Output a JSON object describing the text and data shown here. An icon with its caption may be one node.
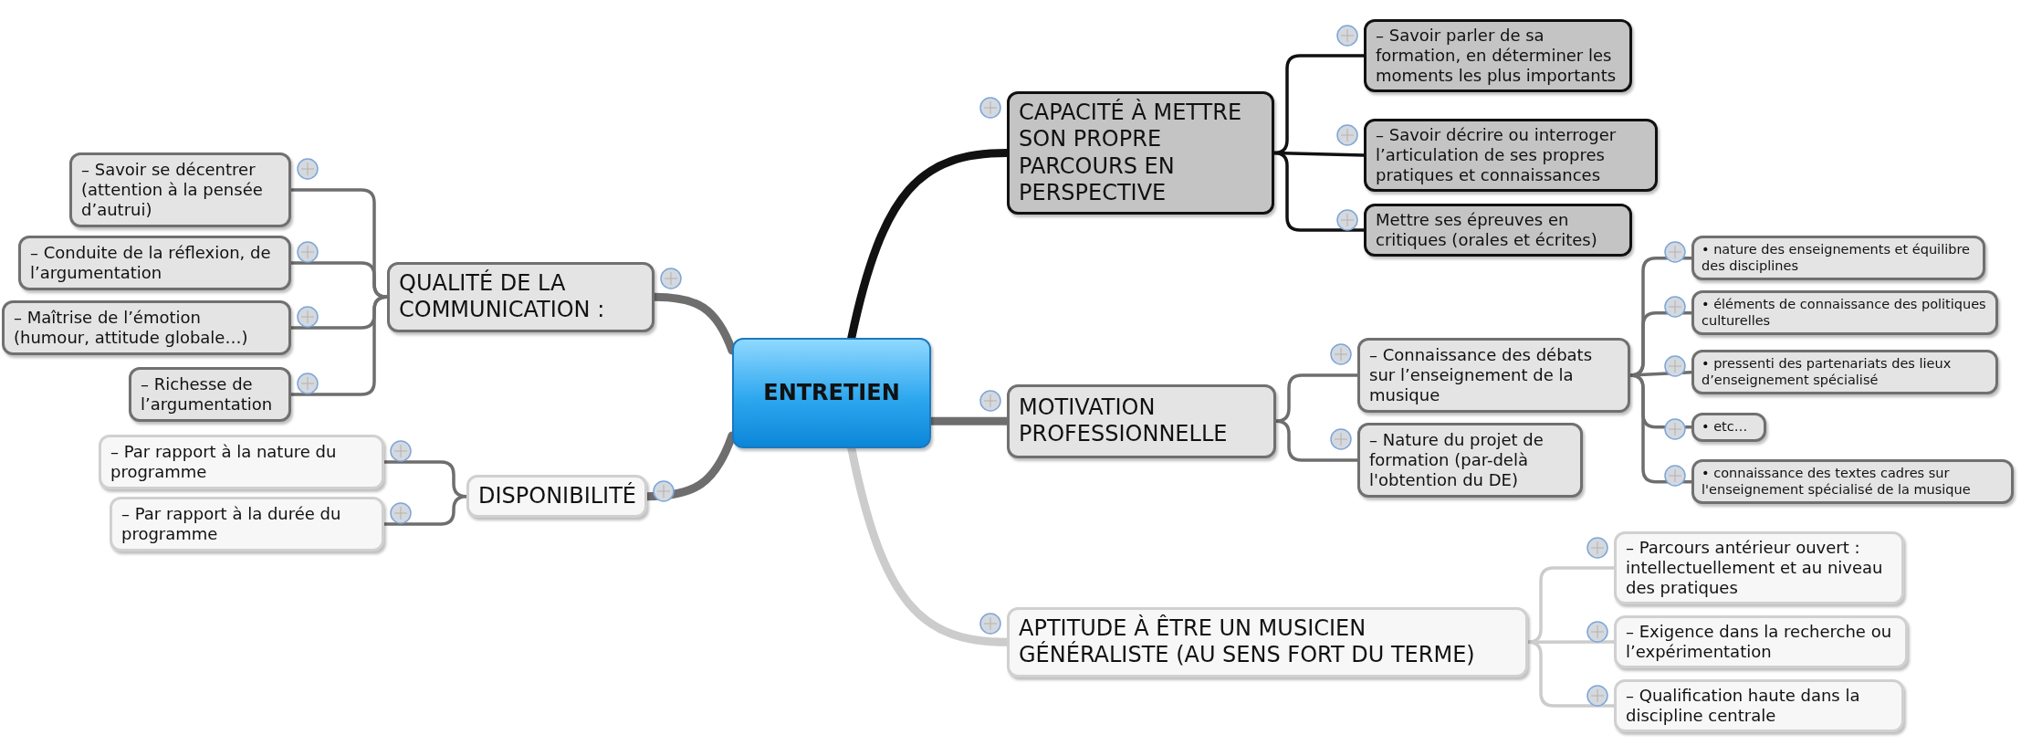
{
  "diagram": {
    "nodes": [
      {
        "text": [
          "ENTRETIEN"
        ]
      },
      {
        "text": [
          "QUALITÉ DE LA COMMUNICATION :"
        ]
      },
      {
        "text": [
          "– Savoir se décentrer (attention à la pensée d’autrui)"
        ]
      },
      {
        "text": [
          "– Conduite de la réflexion, de l’argumentation"
        ]
      },
      {
        "text": [
          "– Maîtrise de l’émotion (humour, attitude globale…)"
        ]
      },
      {
        "text": [
          "– Richesse de l’argumentation"
        ]
      },
      {
        "text": [
          "DISPONIBILITÉ"
        ]
      },
      {
        "text": [
          "– Par rapport à la nature du programme"
        ]
      },
      {
        "text": [
          "– Par rapport à la durée du programme"
        ]
      },
      {
        "text": [
          "CAPACITÉ À METTRE SON PROPRE PARCOURS EN PERSPECTIVE"
        ]
      },
      {
        "text": [
          "– Savoir parler de sa formation, en déterminer les moments les plus importants"
        ]
      },
      {
        "text": [
          "– Savoir décrire ou interroger l’articulation de ses propres pratiques et connaissances"
        ]
      },
      {
        "text": [
          "Mettre ses épreuves en critiques (orales et écrites)"
        ]
      },
      {
        "text": [
          "MOTIVATION PROFESSIONNELLE"
        ]
      },
      {
        "text": [
          "– Connaissance des débats sur l’enseignement de la musique"
        ]
      },
      {
        "text": [
          "– Nature du projet de formation (par-delà l'obtention du DE)"
        ]
      },
      {
        "text": [
          "• nature des enseignements et équilibre des disciplines"
        ]
      },
      {
        "text": [
          "• éléments de connaissance des politiques culturelles"
        ]
      },
      {
        "text": [
          "• pressenti des partenariats des lieux d’enseignement spécialisé"
        ]
      },
      {
        "text": [
          "• etc…"
        ]
      },
      {
        "text": [
          "• connaissance des textes cadres sur l'enseignement spécialisé de la musique"
        ]
      },
      {
        "text": [
          "APTITUDE À ÊTRE UN MUSICIEN GÉNÉRALISTE (AU SENS FORT DU TERME)"
        ]
      },
      {
        "text": [
          "– Parcours antérieur ouvert : intellectuellement et au niveau des pratiques"
        ]
      },
      {
        "text": [
          "– Exigence dans la recherche ou l’expérimentation"
        ]
      },
      {
        "text": [
          "– Qualification haute dans la discipline centrale"
        ]
      }
    ],
    "edges": [
      {
        "from": 0,
        "to": 1,
        "arrow": "none",
        "style": "thick"
      },
      {
        "from": 1,
        "to": 2,
        "arrow": "none"
      },
      {
        "from": 1,
        "to": 3,
        "arrow": "none"
      },
      {
        "from": 1,
        "to": 4,
        "arrow": "none"
      },
      {
        "from": 1,
        "to": 5,
        "arrow": "none"
      },
      {
        "from": 0,
        "to": 6,
        "arrow": "none",
        "style": "thick"
      },
      {
        "from": 6,
        "to": 7,
        "arrow": "none"
      },
      {
        "from": 6,
        "to": 8,
        "arrow": "none"
      },
      {
        "from": 0,
        "to": 9,
        "arrow": "none",
        "style": "thick",
        "color": "#111111"
      },
      {
        "from": 9,
        "to": 10,
        "arrow": "none",
        "color": "#111111"
      },
      {
        "from": 9,
        "to": 11,
        "arrow": "none",
        "color": "#111111"
      },
      {
        "from": 9,
        "to": 12,
        "arrow": "none",
        "color": "#111111"
      },
      {
        "from": 0,
        "to": 13,
        "arrow": "none",
        "style": "thick"
      },
      {
        "from": 13,
        "to": 14,
        "arrow": "none"
      },
      {
        "from": 13,
        "to": 15,
        "arrow": "none"
      },
      {
        "from": 14,
        "to": 16,
        "arrow": "none"
      },
      {
        "from": 14,
        "to": 17,
        "arrow": "none"
      },
      {
        "from": 14,
        "to": 18,
        "arrow": "none"
      },
      {
        "from": 14,
        "to": 19,
        "arrow": "none"
      },
      {
        "from": 14,
        "to": 20,
        "arrow": "none"
      },
      {
        "from": 0,
        "to": 21,
        "arrow": "none",
        "style": "thick",
        "color": "#cccccc"
      },
      {
        "from": 21,
        "to": 22,
        "arrow": "none",
        "color": "#cccccc"
      },
      {
        "from": 21,
        "to": 23,
        "arrow": "none",
        "color": "#cccccc"
      },
      {
        "from": 21,
        "to": 24,
        "arrow": "none",
        "color": "#cccccc"
      }
    ]
  }
}
